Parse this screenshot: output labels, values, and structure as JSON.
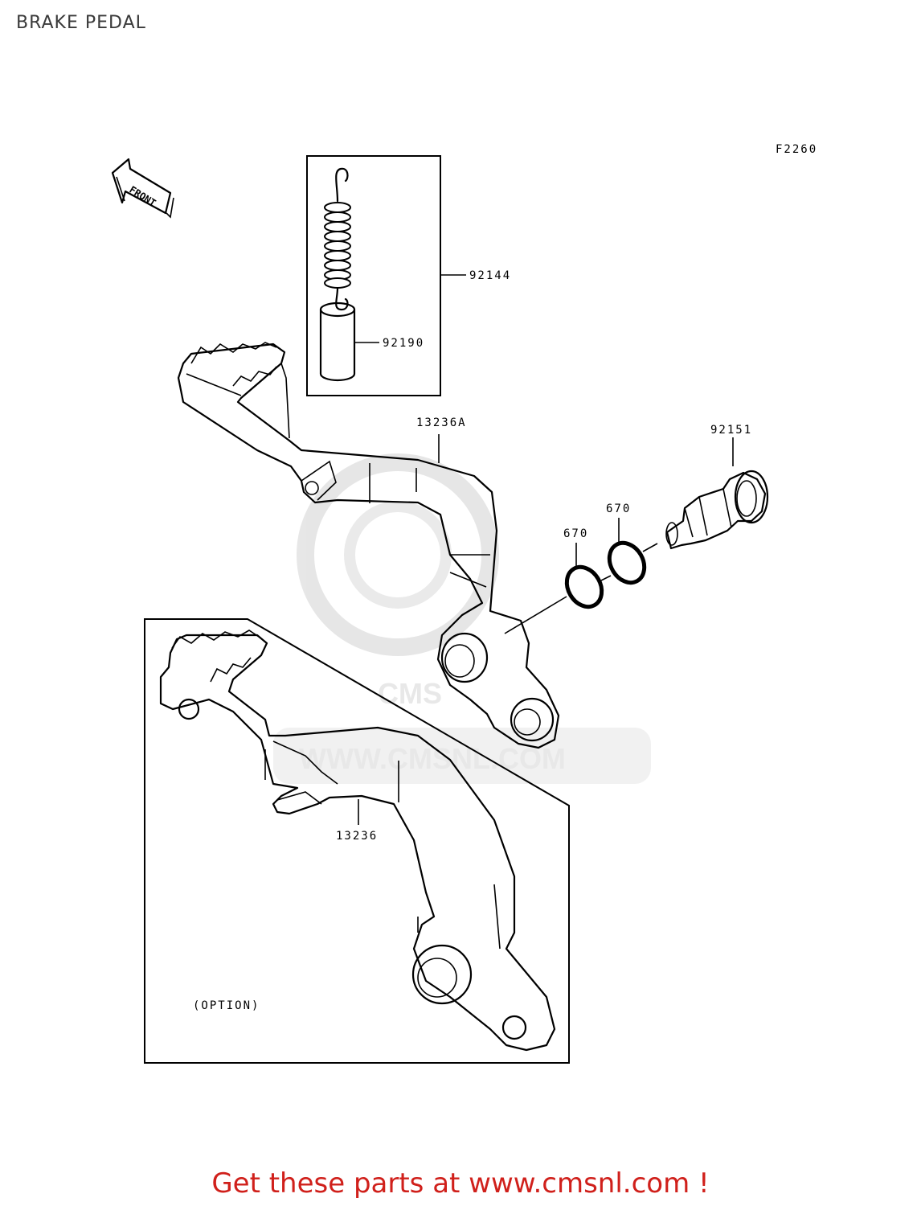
{
  "header": {
    "title": "BRAKE PEDAL"
  },
  "diagram": {
    "figure_code": "F2260",
    "front_label": "FRONT",
    "option_label": "(OPTION)",
    "parts": [
      {
        "ref": "92144"
      },
      {
        "ref": "92190"
      },
      {
        "ref": "13236A"
      },
      {
        "ref": "92151"
      },
      {
        "ref": "670"
      },
      {
        "ref": "670"
      },
      {
        "ref": "13236"
      }
    ]
  },
  "watermark": {
    "text": "WWW.CMSNL.COM",
    "logo": "CMS"
  },
  "footer": {
    "cta": "Get these parts at www.cmsnl.com !"
  }
}
